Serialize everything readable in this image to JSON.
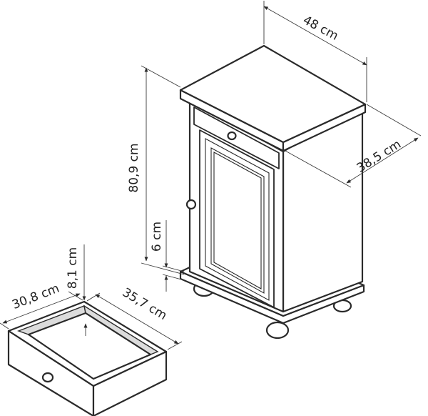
{
  "dimensions": {
    "cabinet_width": "48 cm",
    "cabinet_depth": "38,5 cm",
    "cabinet_height": "80,9 cm",
    "plinth_height": "6 cm",
    "drawer_height": "8,1 cm",
    "drawer_width": "30,8 cm",
    "drawer_depth": "35,7 cm"
  }
}
